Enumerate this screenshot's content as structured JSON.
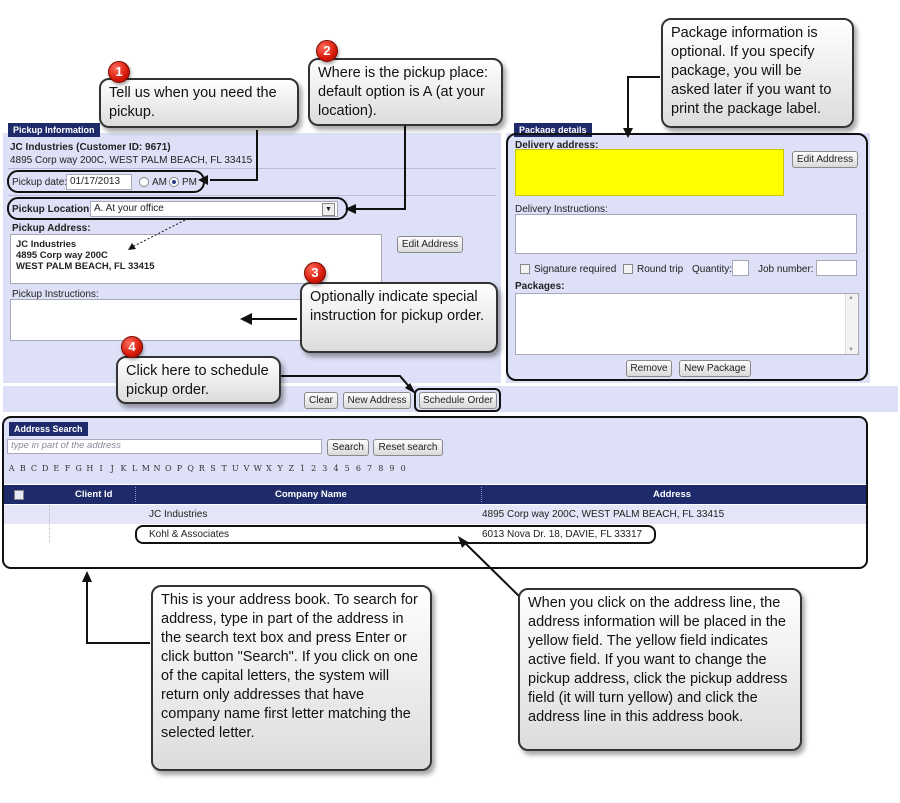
{
  "pickup": {
    "header": "Pickup Information",
    "customer": "JC Industries (Customer ID: 9671)",
    "customer_address": "4895 Corp way 200C, WEST PALM BEACH, FL 33415",
    "date_label": "Pickup date:",
    "date_value": "01/17/2013",
    "am_label": "AM",
    "pm_label": "PM",
    "selected_time": "PM",
    "location_label": "Pickup Location:",
    "location_value": "A. At your office",
    "address_label": "Pickup Address:",
    "address_lines": [
      "JC Industries",
      "4895 Corp way 200C",
      "WEST PALM BEACH, FL 33415"
    ],
    "edit_address": "Edit Address",
    "instructions_label": "Pickup Instructions:"
  },
  "package": {
    "header": "Package details",
    "delivery_address_label": "Delivery address:",
    "active_field_color": "#ffff00",
    "edit_address": "Edit Address",
    "delivery_instructions_label": "Delivery Instructions:",
    "signature_label": "Signature required",
    "round_trip_label": "Round trip",
    "quantity_label": "Quantity:",
    "job_number_label": "Job number:",
    "packages_label": "Packages:",
    "remove": "Remove",
    "new_package": "New Package"
  },
  "actions": {
    "clear": "Clear",
    "new_address": "New Address",
    "schedule_order": "Schedule Order"
  },
  "address_search": {
    "header": "Address Search",
    "placeholder": "type in part of the address",
    "search": "Search",
    "reset": "Reset search",
    "letters": [
      "A",
      "B",
      "C",
      "D",
      "E",
      "F",
      "G",
      "H",
      "I",
      "J",
      "K",
      "L",
      "M",
      "N",
      "O",
      "P",
      "Q",
      "R",
      "S",
      "T",
      "U",
      "V",
      "W",
      "X",
      "Y",
      "Z",
      "1",
      "2",
      "3",
      "4",
      "5",
      "6",
      "7",
      "8",
      "9",
      "0"
    ],
    "columns": [
      "Client Id",
      "Company Name",
      "Address"
    ],
    "rows": [
      {
        "client_id": "",
        "company": "JC Industries",
        "address": "4895 Corp way 200C, WEST PALM BEACH, FL 33415"
      },
      {
        "client_id": "",
        "company": "Kohl & Associates",
        "address": "6013 Nova Dr. 18, DAVIE, FL 33317"
      }
    ]
  },
  "callouts": {
    "c1": {
      "num": "1",
      "text": "Tell us when you need the pickup."
    },
    "c2": {
      "num": "2",
      "text": "Where is the pickup place: default option is A (at your location)."
    },
    "c3": {
      "num": "3",
      "text": "Optionally indicate special instruction for pickup order."
    },
    "c4": {
      "num": "4",
      "text": "Click here to schedule pickup order."
    },
    "pkg": {
      "text": "Package information is optional. If you specify package, you will be asked later if you want to print the package label."
    },
    "book": {
      "text": "This is your address book. To search for address, type in part of the address in the search text box and press Enter or click button \"Search\". If you click on one of the capital letters, the system will return only addresses that have company name first letter matching the selected letter."
    },
    "line": {
      "text": "When you click on the address line, the address information will be placed in the yellow field. The yellow field indicates active field. If you want to change the pickup address, click the pickup address field (it will turn yellow) and click the address line in this address book."
    }
  },
  "colors": {
    "panel": "#dde0f6",
    "header": "#1f2a6b",
    "badge": "#d61a0a",
    "highlight_row": "#e4e6f8"
  }
}
